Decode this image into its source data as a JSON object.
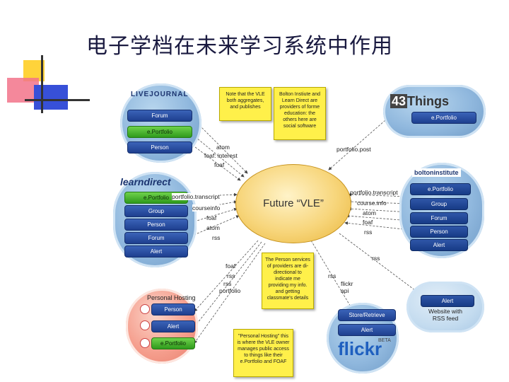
{
  "title": "电子学档在未来学习系统中作用",
  "center": {
    "label": "Future “VLE”"
  },
  "livejournal": {
    "logo": "LIVEJOURNAL",
    "items": [
      "Forum",
      "e.Portfolio",
      "Person"
    ]
  },
  "things43": {
    "logo_num": "43",
    "logo_text": "Things",
    "items": [
      "e.Portfolio"
    ]
  },
  "learndirect": {
    "logo": "learndirect",
    "items": [
      "e.Portfolio",
      "Group",
      "Person",
      "Forum",
      "Alert"
    ]
  },
  "bolton": {
    "logo": "boltoninstitute",
    "items": [
      "e.Portfolio",
      "Group",
      "Forum",
      "Person",
      "Alert"
    ]
  },
  "personal_hosting": {
    "title": "Personal Hosting",
    "items": [
      "Person",
      "Alert",
      "e.Portfolio"
    ]
  },
  "flickr": {
    "logo": "flickr",
    "beta": "BETA",
    "items": [
      "Store/Retrieve",
      "Alert"
    ]
  },
  "website": {
    "items": [
      "Alert"
    ],
    "caption": "Website with\nRSS feed"
  },
  "notes": {
    "n1": "Note that the VLE both aggregates, and publishes",
    "n2": "Bolton Instiute and Learn Direct are providers of forme education: the others here are social software",
    "n3": "The Person services of providers are di-directional to indicate me providing my info. and getting classmate's details",
    "n4": "\"Personal Hosting\" this is where the VLE owner manages public access to things like their e.Portfolio and FOAF"
  },
  "labels": {
    "atom1": "atom",
    "foaf_interest": "foaf: interest",
    "foaf1": "foaf",
    "portfolio_post": "portfolio.post",
    "portfolio_transcript_left": "portfolio.transcript",
    "courseinfo_left": "courseinfo",
    "foaf2": "foaf",
    "atom2": "atom",
    "rss1": "rss",
    "portfolio_transcript_right": "portfolio.transcript",
    "courseinfo_right": "course.info",
    "atom3": "atom",
    "foaf3": "foaf",
    "rss2": "rss",
    "rss3": "rss",
    "foaf4": "foaf",
    "rss4": "rss",
    "rss5": "rss",
    "portfolio": "portfolio",
    "rss6": "rss",
    "flickr_api": "flickr\napi"
  },
  "colors": {
    "cloud_blue": "#8fb7dd",
    "note_yellow": "#fff04a",
    "center_gold": "#f7d57a",
    "pill_green": "#2f9a1c",
    "pill_blue": "#1e3f8f"
  }
}
